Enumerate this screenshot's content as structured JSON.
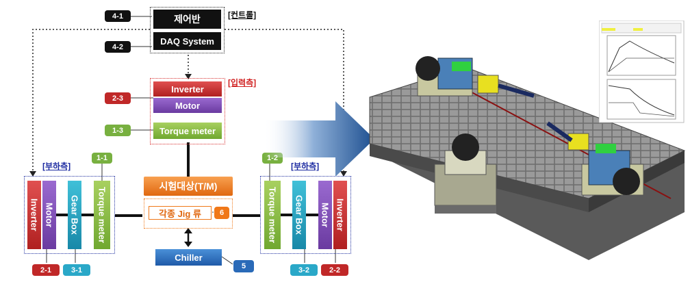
{
  "control": {
    "section_label": "[컨트롤]",
    "panel": "제어반",
    "daq": "DAQ System",
    "tag_panel": "4-1",
    "tag_daq": "4-2"
  },
  "input": {
    "section_label": "[입력측]",
    "inverter": "Inverter",
    "motor": "Motor",
    "torque": "Torque meter",
    "tag_inv_motor": "2-3",
    "tag_torque": "1-3"
  },
  "left_load": {
    "section_label": "[부하측]",
    "inverter": "Inverter",
    "motor": "Motor",
    "gearbox": "Gear Box",
    "torque": "Torque meter",
    "tag_torque": "1-1",
    "tag_inverter": "2-1",
    "tag_gearbox": "3-1"
  },
  "right_load": {
    "section_label": "[부하측]",
    "torque": "Torque meter",
    "gearbox": "Gear Box",
    "motor": "Motor",
    "inverter": "Inverter",
    "tag_torque": "1-2",
    "tag_gearbox": "3-2",
    "tag_inverter": "2-2"
  },
  "center": {
    "test_object": "시험대상(T/M)",
    "jig": "각종 Jig 류",
    "tag_jig": "6",
    "chiller": "Chiller",
    "tag_chiller": "5"
  },
  "colors": {
    "tag_black": "#111111",
    "tag_red": "#c02828",
    "tag_green": "#78b040",
    "tag_teal": "#2aa8c8",
    "tag_blue": "#2a6ab8",
    "tag_orange": "#f07818"
  }
}
